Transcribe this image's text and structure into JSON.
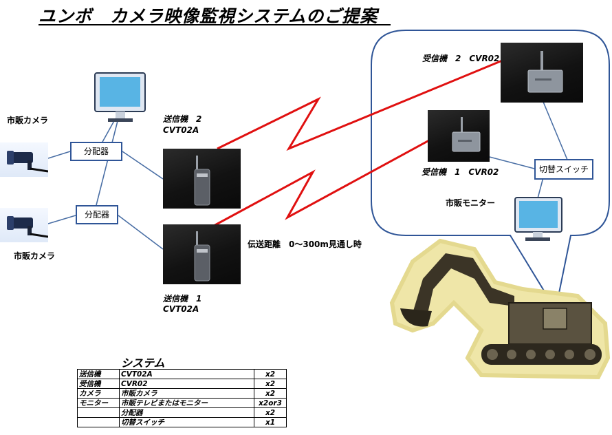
{
  "title": "ユンボ　カメラ映像監視システムのご提案",
  "labels": {
    "camera_top": "市販カメラ",
    "camera_bottom": "市販カメラ",
    "splitter_top": "分配器",
    "splitter_bottom": "分配器",
    "tx2_line1": "送信機　2",
    "tx2_line2": "CVT02A",
    "tx1_line1": "送信機　1",
    "tx1_line2": "CVT02A",
    "rx2": "受信機　2　CVR02",
    "rx1": "受信機　1　CVR02",
    "switch": "切替スイッチ",
    "monitor_right": "市販モニター",
    "distance": "伝送距離　0～300m見通し時"
  },
  "table": {
    "title": "システム",
    "rows": [
      {
        "category": "送信機",
        "item": "CVT02A",
        "qty": "x2"
      },
      {
        "category": "受信機",
        "item": "CVR02",
        "qty": "x2"
      },
      {
        "category": "カメラ",
        "item": "市販カメラ",
        "qty": "x2"
      },
      {
        "category": "モニター",
        "item": "市販テレビまたはモニター",
        "qty": "x2or3"
      },
      {
        "category": "",
        "item": "分配器",
        "qty": "x2"
      },
      {
        "category": "",
        "item": "切替スイッチ",
        "qty": "x1"
      }
    ]
  },
  "colors": {
    "line_blue": "#4a6fa5",
    "wireless_red": "#e01010",
    "box_border": "#2f5597",
    "bubble_border": "#2f5597",
    "excavator_glow": "#efe6a8"
  }
}
